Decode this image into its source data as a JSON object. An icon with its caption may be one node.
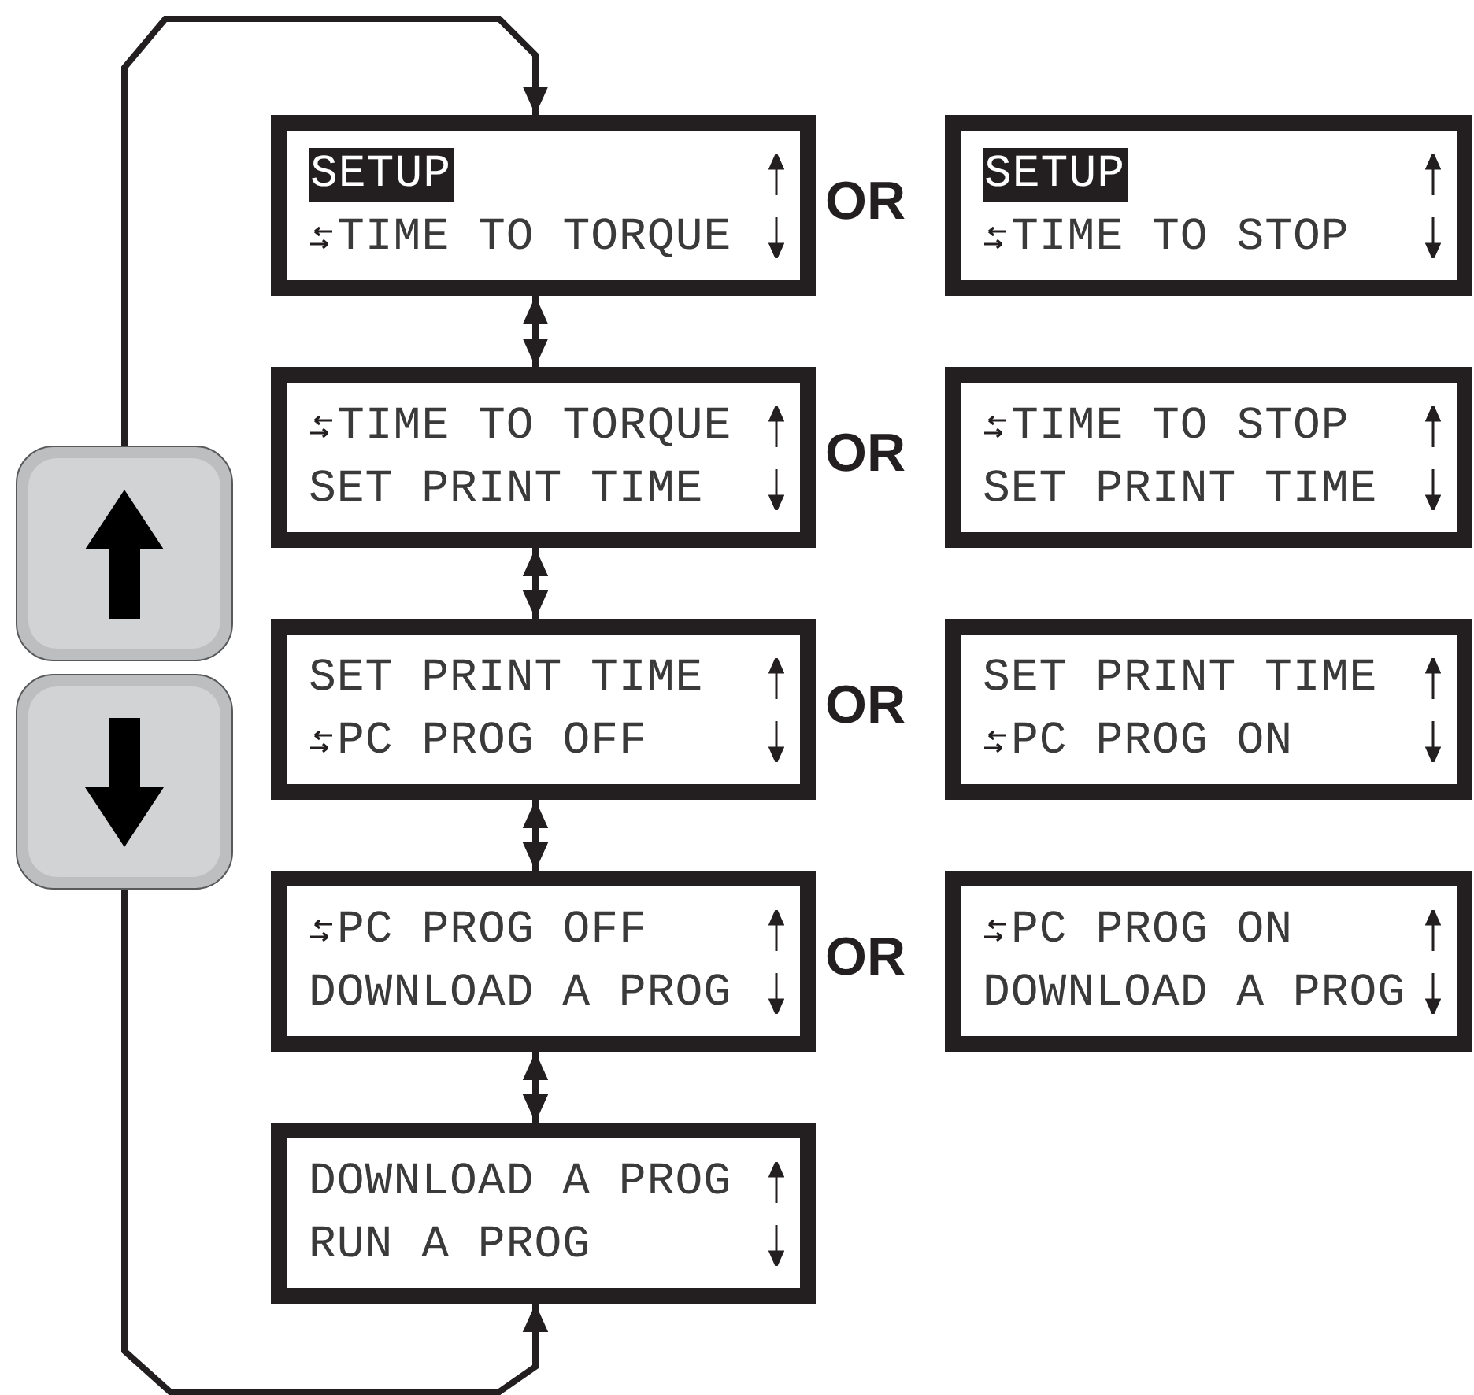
{
  "diagram": {
    "nodes": [
      {
        "text": [
          "SETUP",
          "TIME TO TORQUE"
        ]
      },
      {
        "text": [
          "SETUP",
          "TIME TO STOP"
        ]
      },
      {
        "text": [
          "TIME TO TORQUE",
          "SET PRINT TIME"
        ]
      },
      {
        "text": [
          "TIME TO STOP",
          "SET PRINT TIME"
        ]
      },
      {
        "text": [
          "SET PRINT TIME",
          "PC PROG OFF"
        ]
      },
      {
        "text": [
          "SET PRINT TIME",
          "PC PROG ON"
        ]
      },
      {
        "text": [
          "PC PROG OFF",
          "DOWNLOAD A PROG"
        ]
      },
      {
        "text": [
          "PC PROG ON",
          "DOWNLOAD A PROG"
        ]
      },
      {
        "text": [
          "DOWNLOAD A PROG",
          "RUN A PROG"
        ]
      },
      {
        "text": [],
        "shape": "box"
      },
      {
        "text": [],
        "shape": "box"
      }
    ],
    "edges": [
      {
        "from": 9,
        "to": 0,
        "arrow": "to"
      },
      {
        "from": 0,
        "to": 2,
        "arrow": "both"
      },
      {
        "from": 2,
        "to": 4,
        "arrow": "both"
      },
      {
        "from": 4,
        "to": 6,
        "arrow": "both"
      },
      {
        "from": 6,
        "to": 8,
        "arrow": "both"
      },
      {
        "from": 10,
        "to": 8,
        "arrow": "to"
      }
    ],
    "labels": [
      "OR",
      "OR",
      "OR",
      "OR"
    ]
  }
}
